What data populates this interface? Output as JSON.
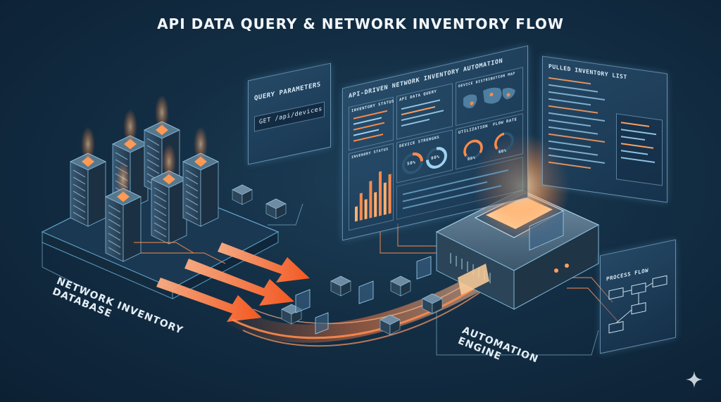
{
  "title": "API DATA QUERY & NETWORK INVENTORY FLOW",
  "labels": {
    "database_line1": "NETWORK INVENTORY",
    "database_line2": "DATABASE",
    "engine_line1": "AUTOMATION",
    "engine_line2": "ENGINE"
  },
  "query_panel": {
    "title": "QUERY PARAMETERS",
    "endpoint": "GET /api/devices"
  },
  "dashboard": {
    "title": "API-DRIVEN NETWORK INVENTORY AUTOMATION",
    "inventory_status": "INVENTORY STATUS",
    "api_query": "API DATA QUERY",
    "device_map": "DEVICE DISTRIBUTION MAP",
    "device_strengths": "DEVICE STRENGHS",
    "utilization": "UTILIZATION",
    "flow_rate": "FLOW RATE",
    "inventory_status_2": "INVENORY STATUS",
    "gauge_1": "50%",
    "gauge_2": "90%",
    "gauge_3": "08%",
    "gauge_4": "60%",
    "bars": [
      0.3,
      0.55,
      0.4,
      0.75,
      0.5,
      0.9,
      0.65,
      0.8
    ]
  },
  "inventory_panel": {
    "title": "PULLED INVENTORY LIST"
  },
  "process_panel": {
    "title": "PROCESS FLOW"
  },
  "colors": {
    "accent_orange": "#ff7a3d",
    "panel_border": "#9fd2f0",
    "background": "#132e44"
  }
}
